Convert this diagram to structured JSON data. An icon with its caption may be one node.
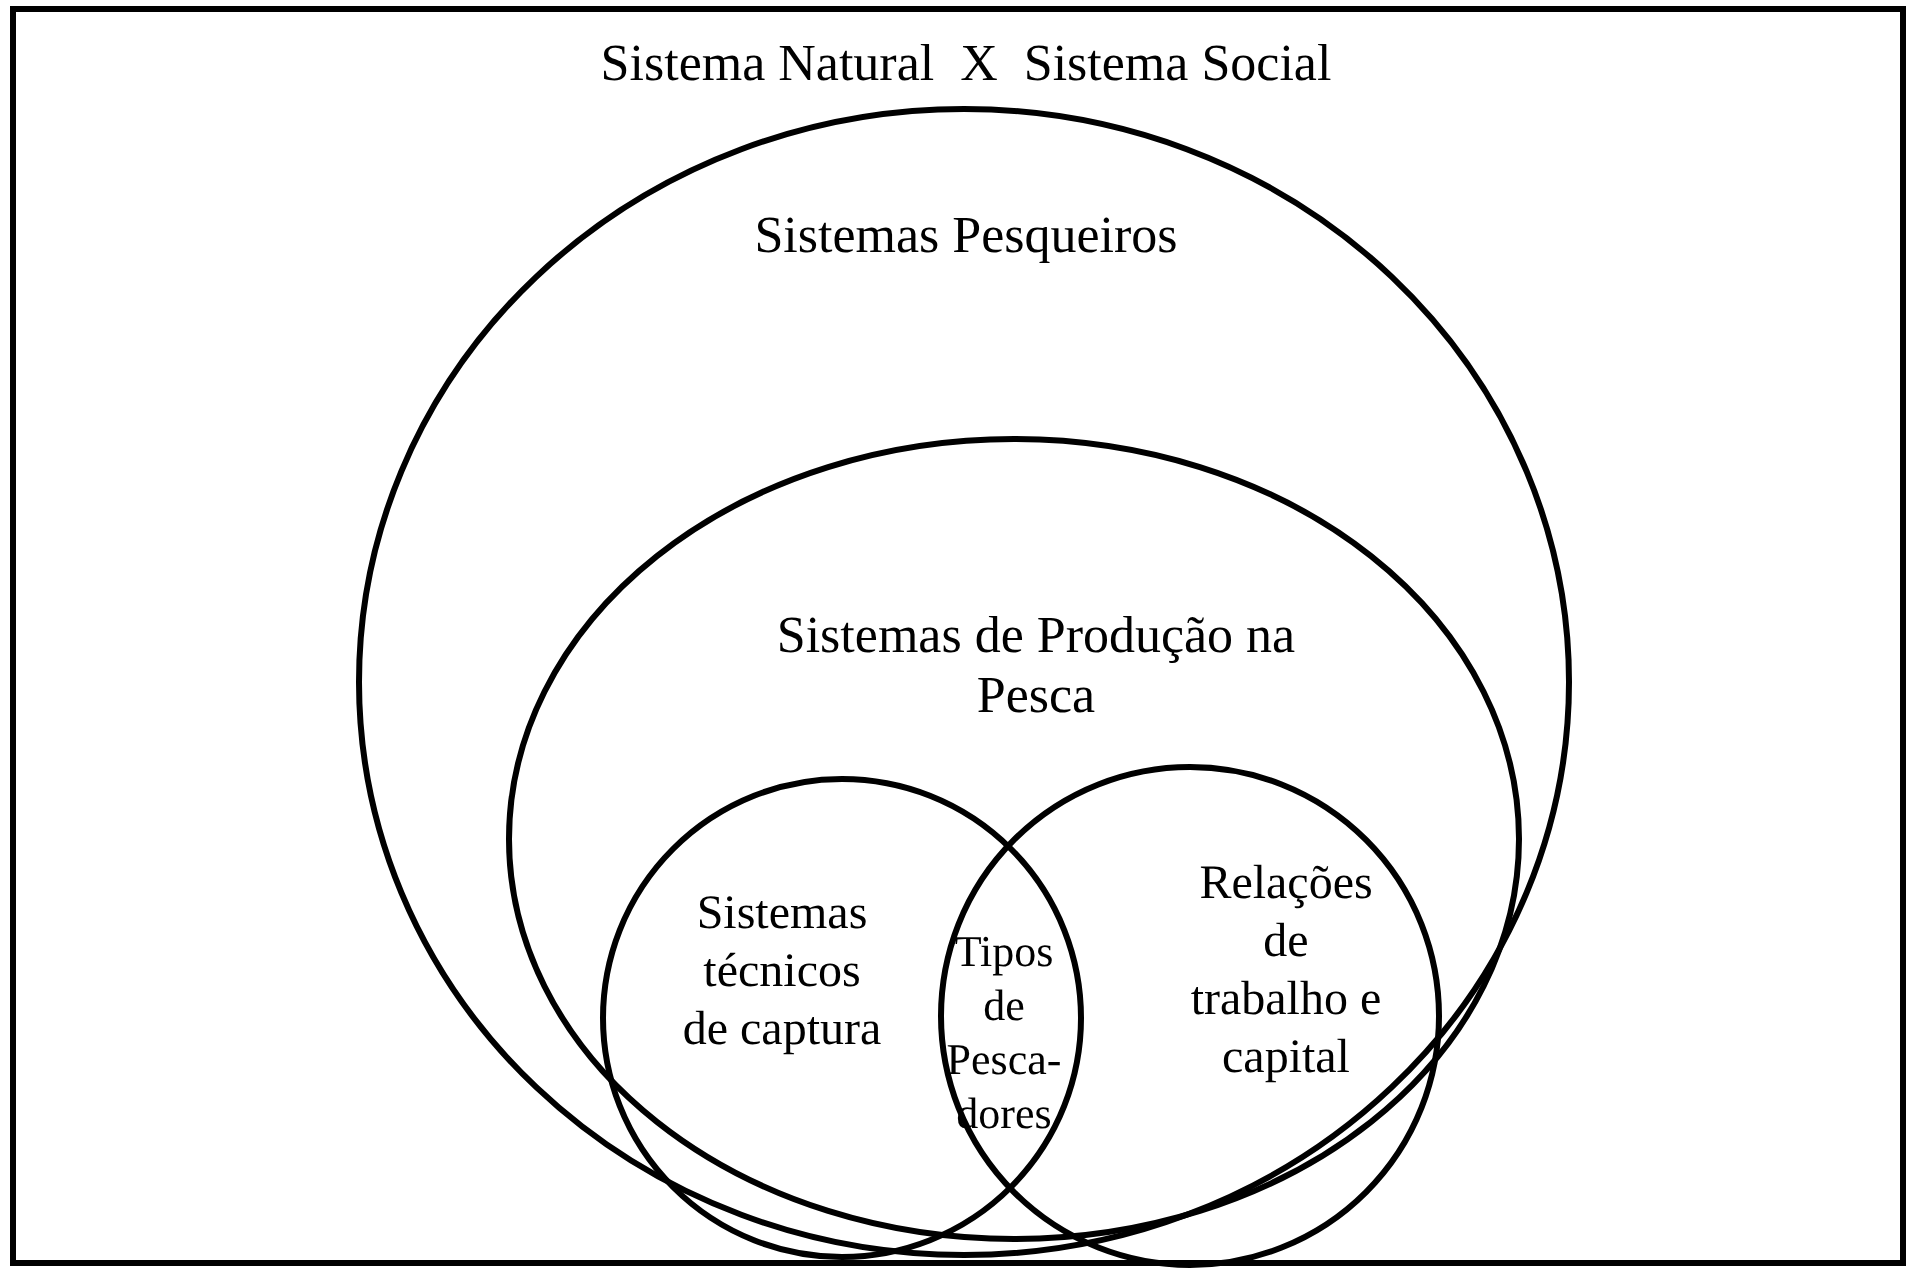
{
  "diagram": {
    "nodes": [
      {
        "text": [
          "Sistema Natural  X  Sistema Social"
        ]
      },
      {
        "text": [
          "Sistemas Pesqueiros"
        ],
        "in": 0
      },
      {
        "text": [
          "Sistemas de Produção na Pesca"
        ],
        "in": 1
      },
      {
        "text": [
          "Sistemas técnicos de captura"
        ],
        "in": 2
      },
      {
        "text": [
          "Relações de trabalho e capital"
        ],
        "in": 2
      },
      {
        "text": [
          "Tipos de Pesca-dores"
        ]
      }
    ]
  }
}
